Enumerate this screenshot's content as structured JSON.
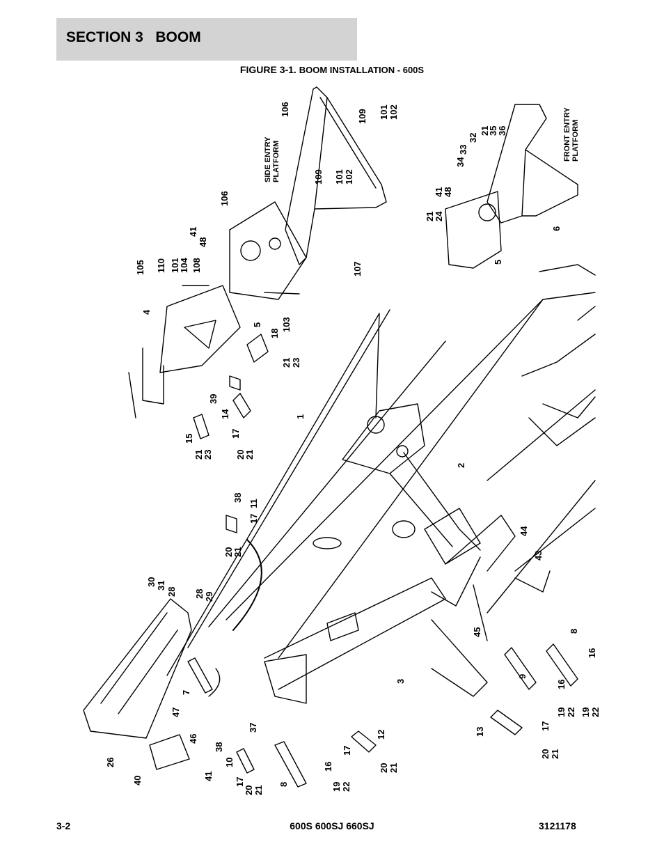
{
  "header": {
    "section": "SECTION 3   BOOM"
  },
  "figure": {
    "prefix": "FIGURE 3-1.",
    "title": "BOOM INSTALLATION - 600S"
  },
  "captions": [
    {
      "id": "side-entry",
      "lines": [
        "SIDE ENTRY",
        "PLATFORM"
      ]
    },
    {
      "id": "front-entry",
      "lines": [
        "FRONT ENTRY",
        "PLATFORM"
      ]
    }
  ],
  "callouts": [
    "106",
    "109",
    "101",
    "102",
    "106",
    "109",
    "101",
    "102",
    "107",
    "105",
    "110",
    "101",
    "104",
    "108",
    "41",
    "48",
    "4",
    "5",
    "103",
    "18",
    "21",
    "23",
    "39",
    "14",
    "17",
    "15",
    "21",
    "23",
    "20",
    "21",
    "1",
    "34",
    "33",
    "32",
    "21",
    "35",
    "36",
    "41",
    "48",
    "21",
    "24",
    "5",
    "6",
    "2",
    "44",
    "43",
    "8",
    "16",
    "9",
    "16",
    "19",
    "22",
    "19",
    "22",
    "45",
    "3",
    "38",
    "11",
    "17",
    "20",
    "21",
    "30",
    "31",
    "28",
    "28",
    "29",
    "7",
    "47",
    "46",
    "26",
    "40",
    "41",
    "38",
    "10",
    "17",
    "20",
    "21",
    "37",
    "8",
    "16",
    "19",
    "22",
    "12",
    "17",
    "20",
    "21",
    "13",
    "17",
    "20",
    "21"
  ],
  "footer": {
    "page": "3-2",
    "models": "600S 600SJ 660SJ",
    "doc": "3121178"
  }
}
